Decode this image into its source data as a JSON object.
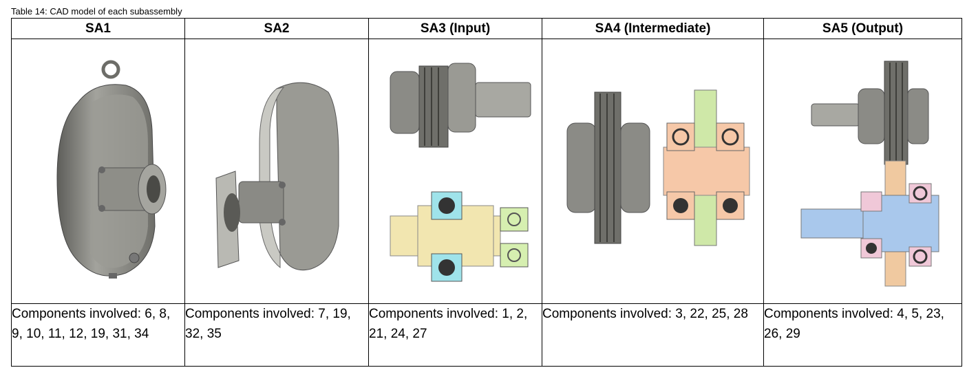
{
  "caption": "Table 14: CAD model of each subassembly",
  "columns": [
    {
      "header": "SA1",
      "components": "Components involved: 6, 8, 9, 10, 11, 12, 19, 31, 34"
    },
    {
      "header": "SA2",
      "components": "Components involved: 7, 19, 32, 35"
    },
    {
      "header": "SA3 (Input)",
      "components": "Components involved: 1, 2, 21, 24, 27"
    },
    {
      "header": "SA4 (Intermediate)",
      "components": "Components involved: 3, 22, 25, 28"
    },
    {
      "header": "SA5 (Output)",
      "components": "Components involved: 4, 5, 23, 26, 29"
    }
  ],
  "colors": {
    "metal": "#8a8a85",
    "shaft_tan": "#f2e6b0",
    "bearing_cyan": "#9fe3ea",
    "bearing_green": "#d6efb0",
    "hub_orange": "#f6c8a8",
    "gear_green": "#cfe8a8",
    "shaft_blue": "#a9c8ec",
    "gear_tan": "#f0c9a0",
    "bearing_pink": "#f0c8d8"
  }
}
